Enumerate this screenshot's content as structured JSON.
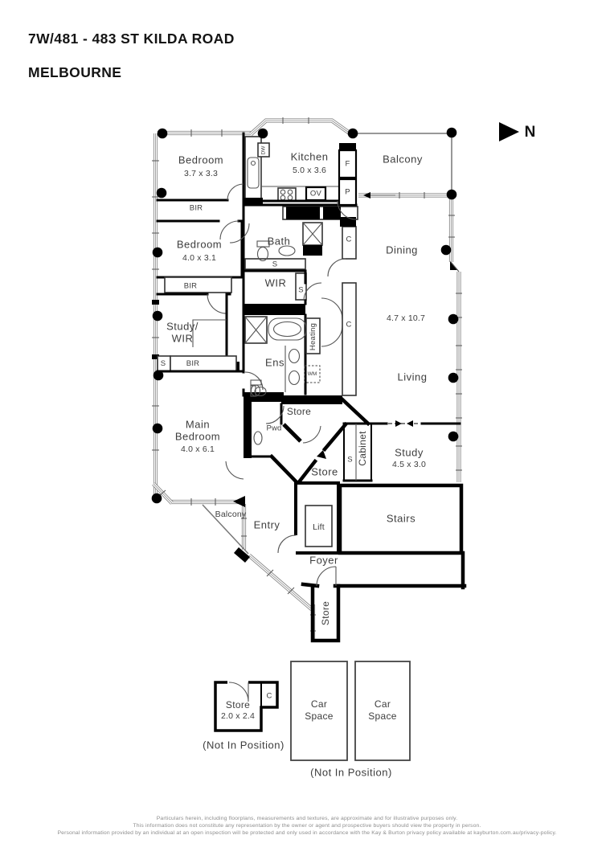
{
  "header": {
    "line1": "7W/481 - 483 ST KILDA ROAD",
    "line2": "MELBOURNE"
  },
  "compass": {
    "n": "N"
  },
  "plan": {
    "bedroom1": {
      "name": "Bedroom",
      "dims": "3.7 x 3.3"
    },
    "kitchen": {
      "name": "Kitchen",
      "dims": "5.0 x 3.6"
    },
    "balcony": "Balcony",
    "balcony_small": "Balcony",
    "bir": "BIR",
    "s": "S",
    "c": "C",
    "bedroom2": {
      "name": "Bedroom",
      "dims": "4.0 x 3.1"
    },
    "bath": "Bath",
    "dining": "Dining",
    "wir": "WIR",
    "study_wir": {
      "line1": "Study/",
      "line2": "WIR"
    },
    "area_dims": "4.7 x 10.7",
    "heating": "Heating",
    "ens": "Ens",
    "living": "Living",
    "store": "Store",
    "main_bedroom": {
      "line1": "Main",
      "line2": "Bedroom",
      "dims": "4.0 x 6.1"
    },
    "pwd": "Pwd",
    "cabinet": "Cabinet",
    "study": {
      "name": "Study",
      "dims": "4.5 x 3.0"
    },
    "entry": "Entry",
    "lift": "Lift",
    "stairs": "Stairs",
    "foyer": "Foyer",
    "dw": "DW",
    "ov": "OV",
    "f": "F",
    "p": "P",
    "wm": "WM"
  },
  "garage": {
    "store": {
      "name": "Store",
      "dims": "2.0 x 2.4"
    },
    "c": "C",
    "car": {
      "line1": "Car",
      "line2": "Space"
    },
    "not_in_position": "(Not In Position)"
  },
  "footer": {
    "line1": "Particulars herein, including floorplans, measurements and textures, are approximate and for illustrative purposes only.",
    "line2": "This information does not constitute any representation by the owner or agent and prospective buyers should view the property in person.",
    "line3": "Personal information provided by an individual at an open inspection will be protected and only used in accordance with the Kay & Burton privacy policy available at kayburton.com.au/privacy-policy."
  }
}
